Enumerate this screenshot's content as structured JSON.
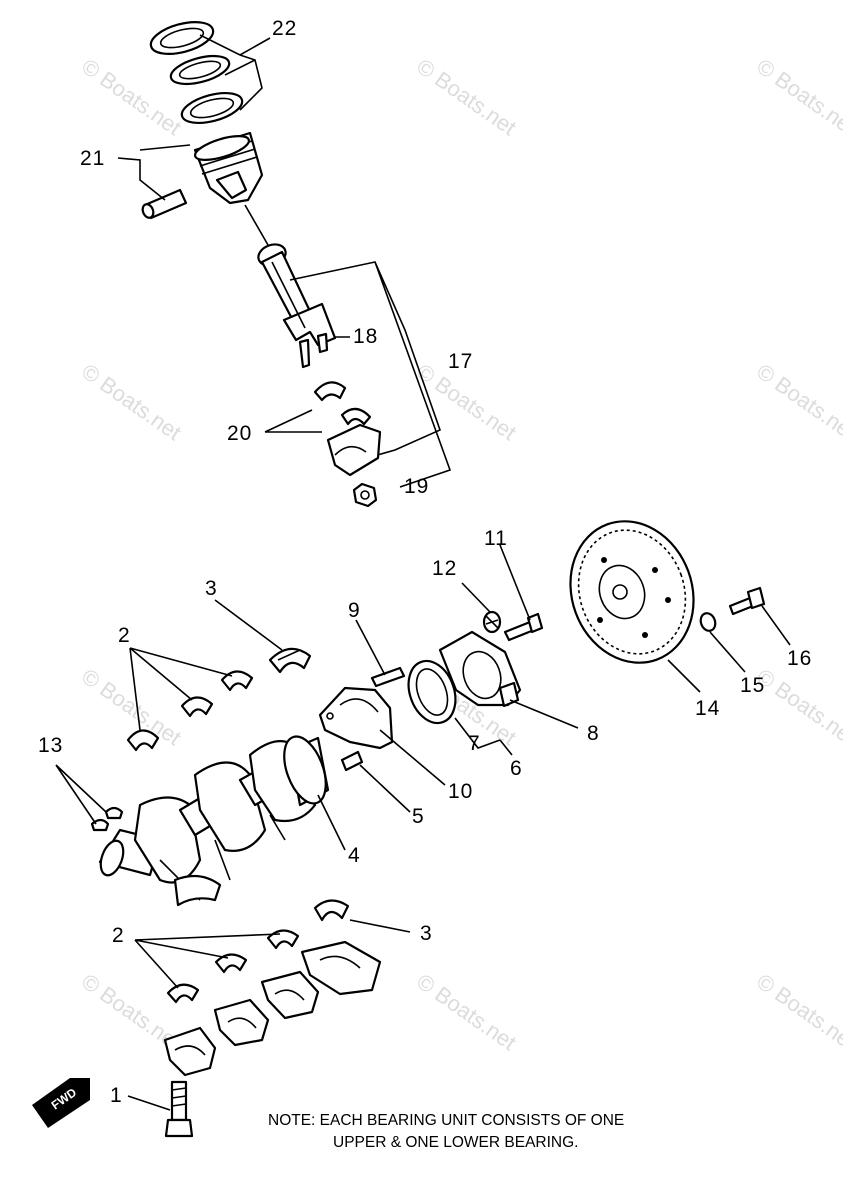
{
  "diagram": {
    "callouts": [
      "1",
      "2",
      "2",
      "2",
      "3",
      "3",
      "4",
      "5",
      "6",
      "7",
      "8",
      "9",
      "10",
      "11",
      "12",
      "13",
      "14",
      "15",
      "16",
      "17",
      "18",
      "19",
      "20",
      "21",
      "22"
    ],
    "note": {
      "line1": "NOTE: EACH BEARING UNIT CONSISTS OF ONE",
      "line2": "UPPER & ONE LOWER BEARING."
    },
    "watermark": "© Boats.net",
    "fwd_label": "FWD"
  }
}
